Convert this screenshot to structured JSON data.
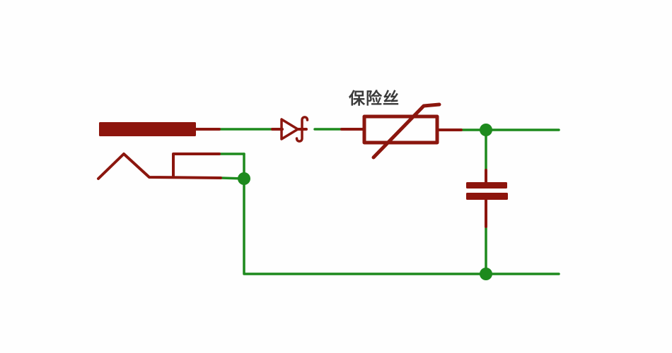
{
  "diagram": {
    "type": "circuit-schematic",
    "fuse_label": "保险丝",
    "components": [
      {
        "id": "dc-jack",
        "name": "DC power jack (center pin bar, sleeve zigzag, switch contact)"
      },
      {
        "id": "tvs-diode",
        "name": "Zener/TVS protection diode"
      },
      {
        "id": "fuse",
        "name": "Resettable PTC fuse",
        "label": "保险丝"
      },
      {
        "id": "capacitor",
        "name": "Filter capacitor"
      }
    ],
    "junction_count": 3,
    "net_color_note": "green = net wires, dark red = component bodies"
  },
  "colors": {
    "wire_green": "#1d8a1d",
    "component_red": "#8b160e",
    "fill_red": "#8d150d",
    "label_color": "#3b3b3b",
    "background": "#fefefe"
  }
}
